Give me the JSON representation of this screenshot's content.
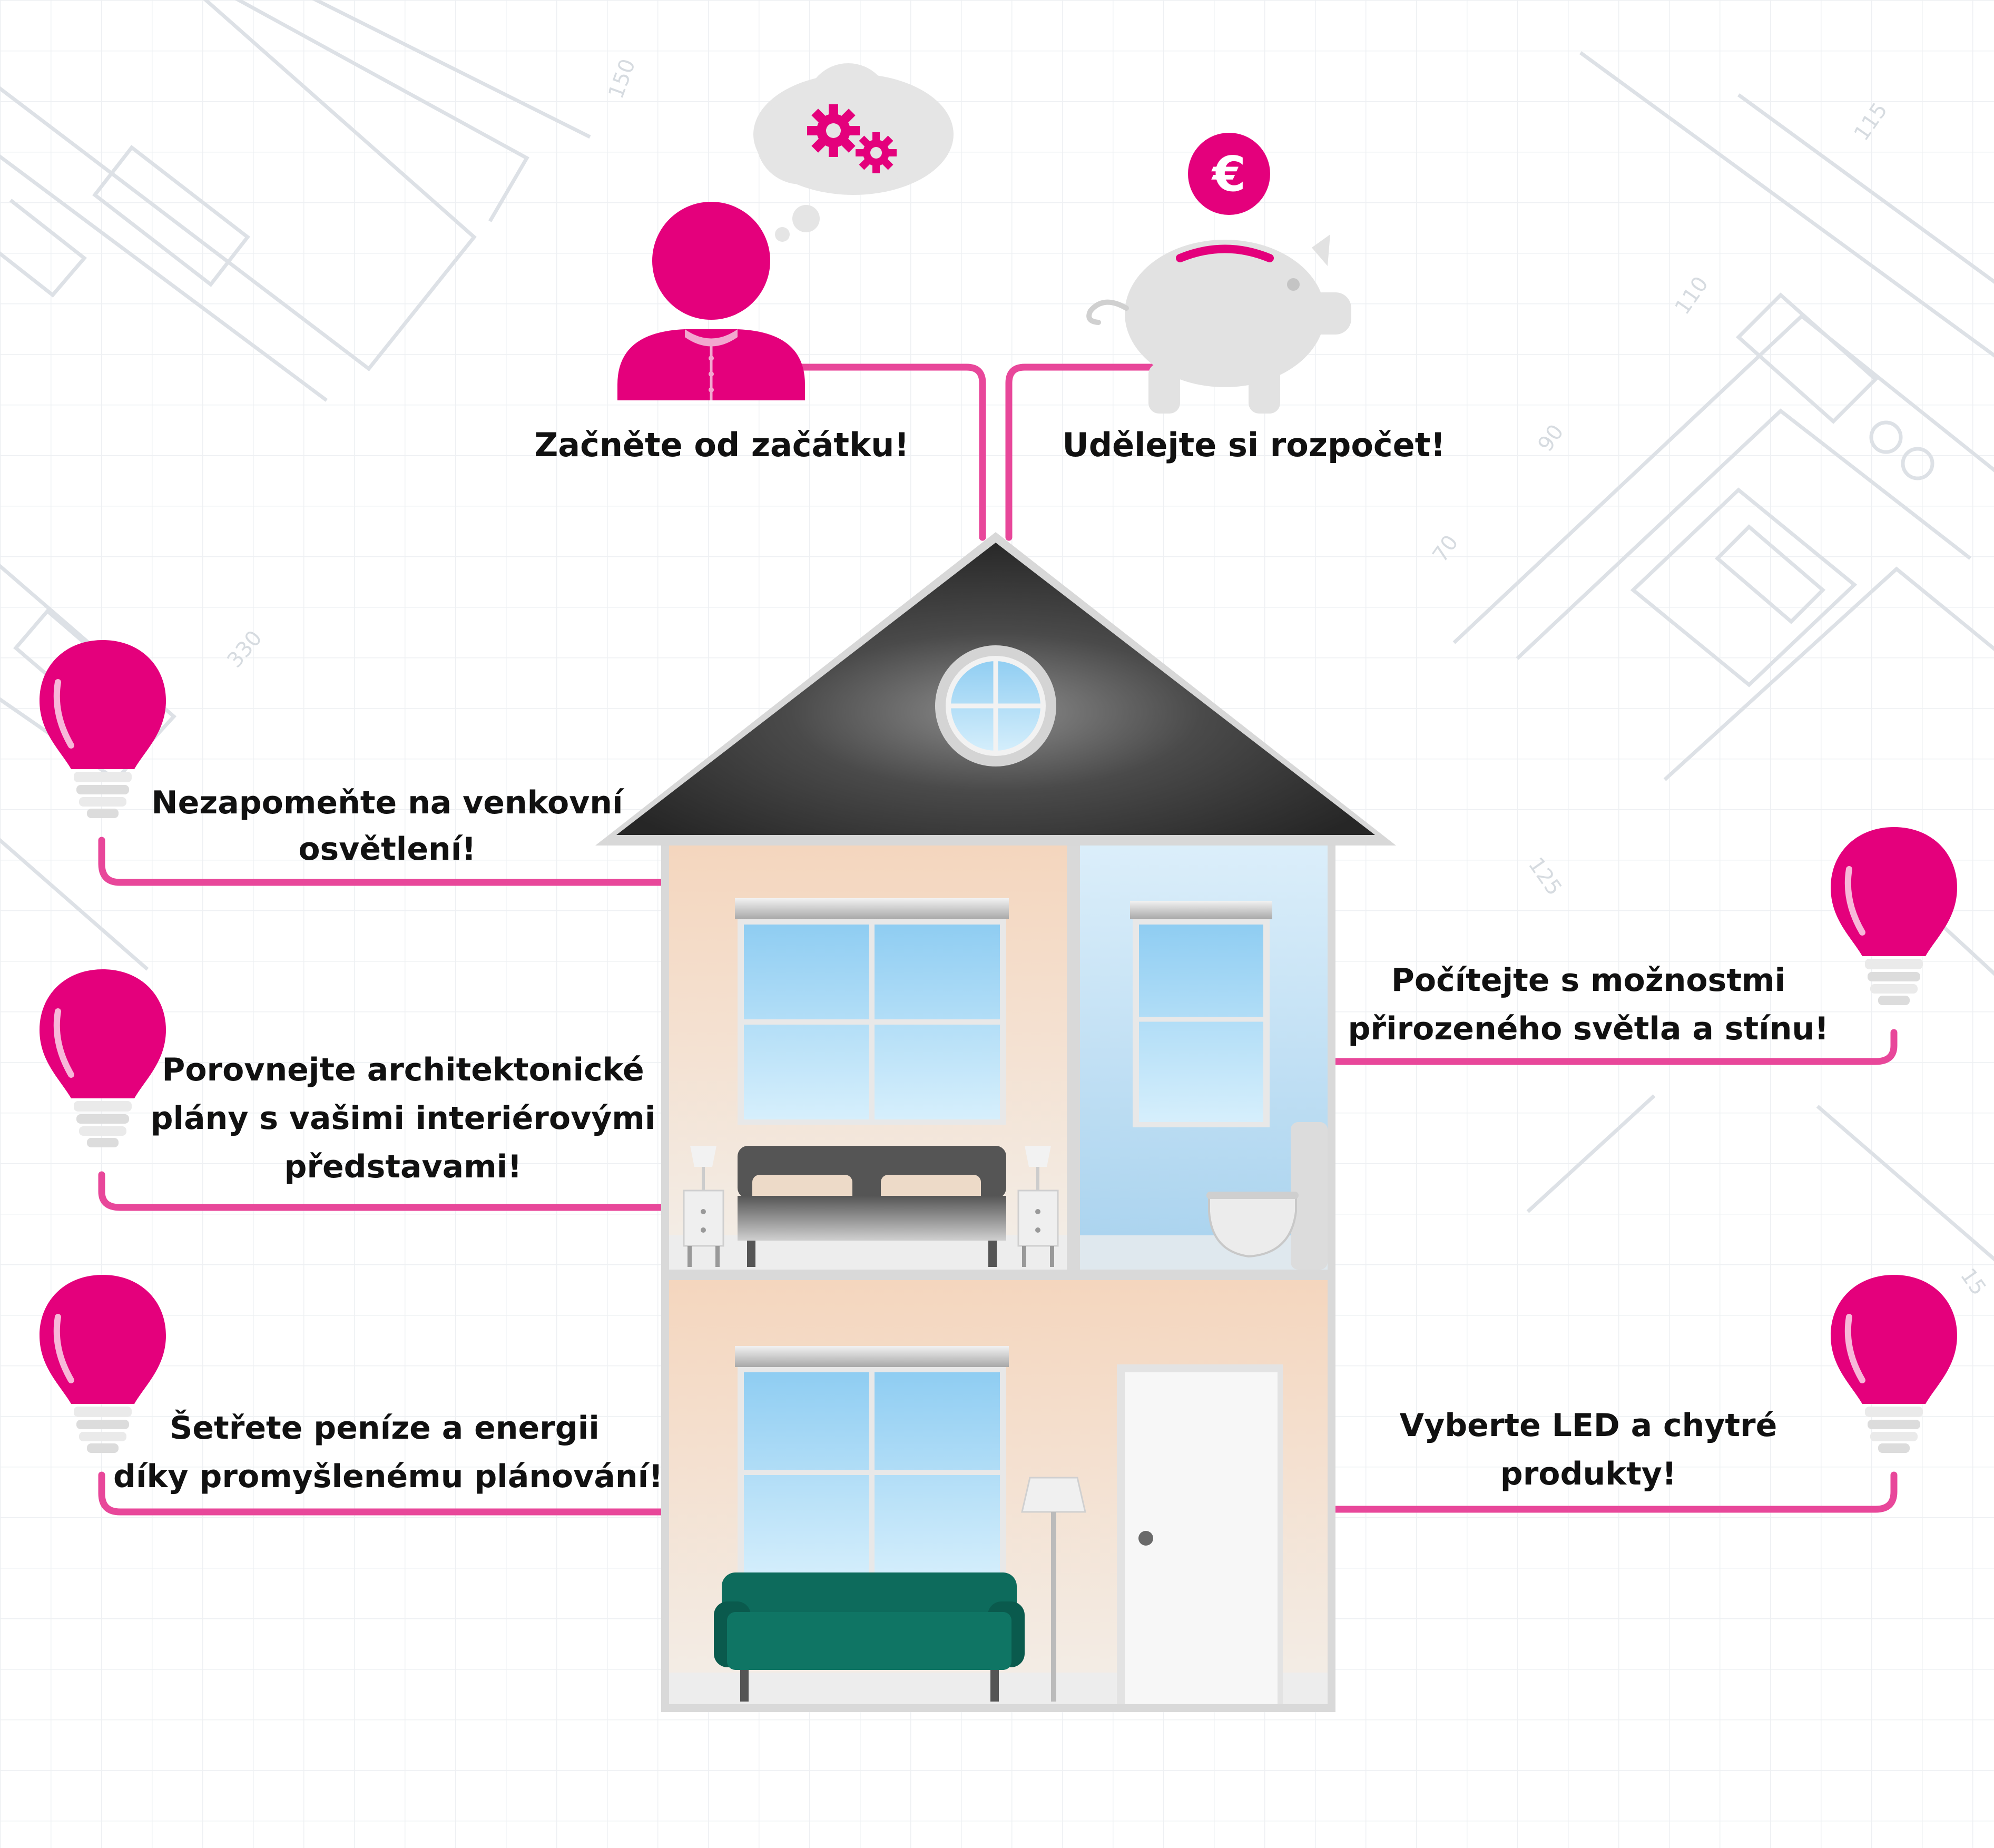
{
  "colors": {
    "accent": "#e4007c",
    "accent_line": "#e8479a",
    "roof": "#3a3a3a",
    "wall_warm": "#f3d5bd",
    "wall_blue": "#b9dcf2",
    "glass": "#a9d8f5",
    "sofa": "#0f6b5e",
    "grey_icon": "#e2e2e2",
    "blueprint_line": "#d8dde3"
  },
  "top_items": [
    {
      "label": "Začněte od začátku!",
      "icon": "person-thinking-gears-icon"
    },
    {
      "label": "Udělejte si rozpočet!",
      "icon": "piggy-bank-euro-icon"
    }
  ],
  "left_items": [
    {
      "lines": [
        "Nezapomeňte na venkovní",
        "osvětlení!"
      ],
      "icon": "light-bulb-icon"
    },
    {
      "lines": [
        "Porovnejte architektonické",
        "plány s vašimi interiérovými",
        "představami!"
      ],
      "icon": "light-bulb-icon"
    },
    {
      "lines": [
        "Šetřete peníze a energii",
        "díky promyšlenému plánování!"
      ],
      "icon": "light-bulb-icon"
    }
  ],
  "right_items": [
    {
      "lines": [
        "Počítejte s možnostmi",
        "přirozeného světla a stínu!"
      ],
      "icon": "light-bulb-icon"
    },
    {
      "lines": [
        "Vyberte LED a chytré",
        "produkty!"
      ],
      "icon": "light-bulb-icon"
    }
  ],
  "currency_symbol": "€",
  "blueprint_numbers": [
    "150",
    "115",
    "110",
    "90",
    "70",
    "330",
    "125",
    "15"
  ]
}
